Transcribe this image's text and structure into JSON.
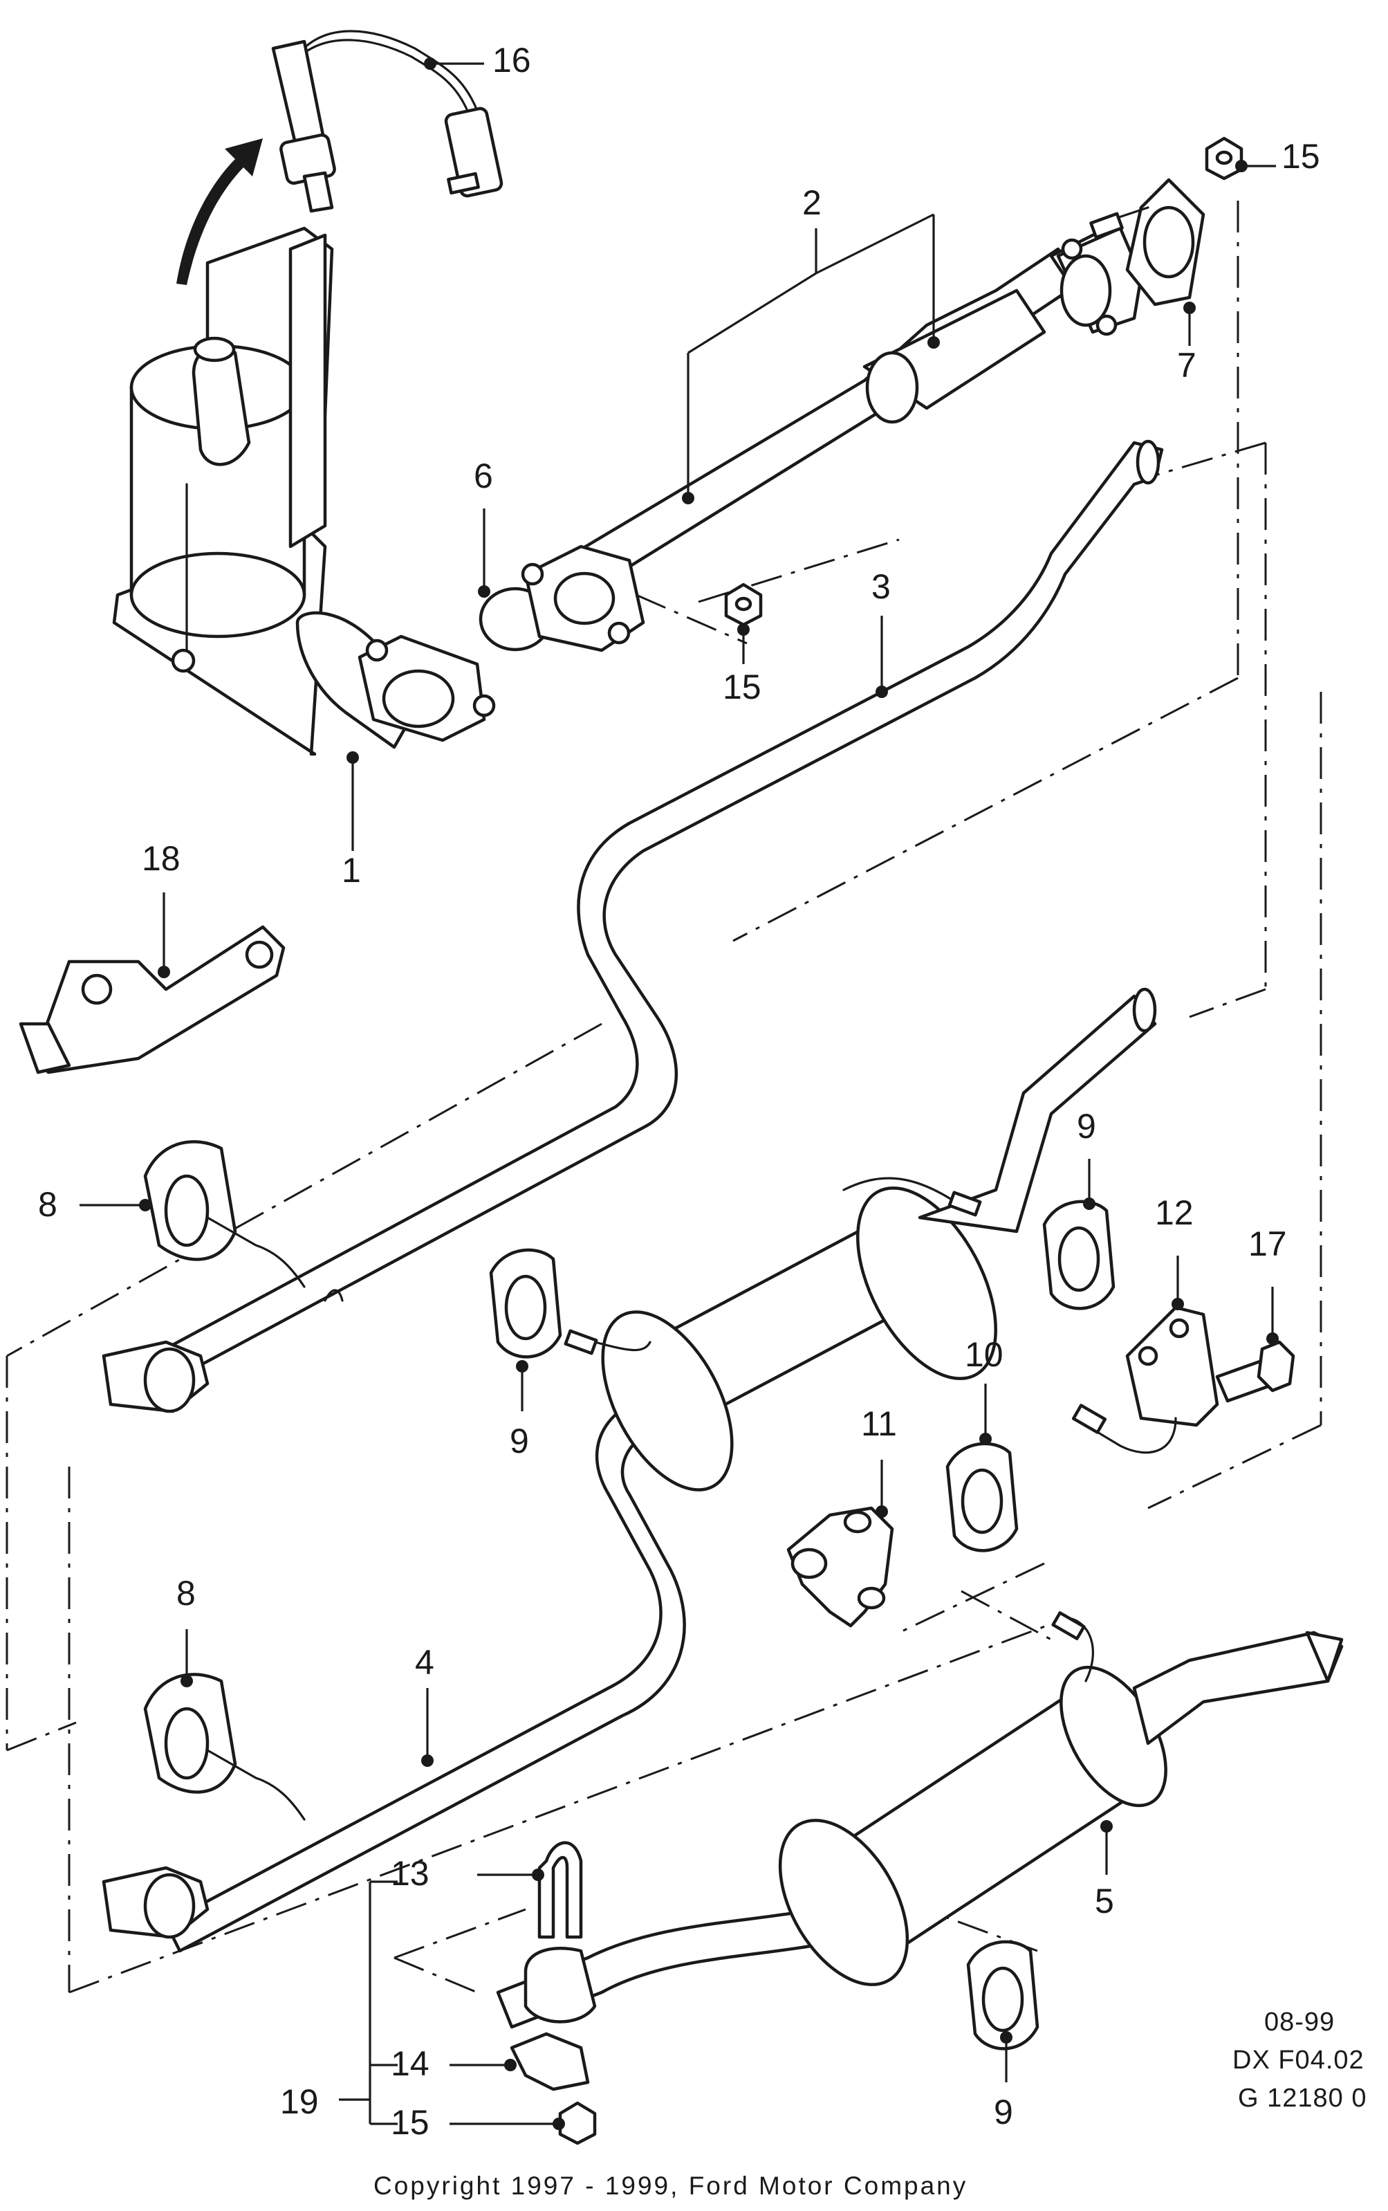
{
  "callouts": {
    "c1": "1",
    "c2": "2",
    "c3": "3",
    "c4": "4",
    "c5": "5",
    "c6": "6",
    "c7": "7",
    "c8a": "8",
    "c8b": "8",
    "c9a": "9",
    "c9b": "9",
    "c9c": "9",
    "c10": "10",
    "c11": "11",
    "c12": "12",
    "c13": "13",
    "c14": "14",
    "c15a": "15",
    "c15b": "15",
    "c15c": "15",
    "c16": "16",
    "c17": "17",
    "c18": "18",
    "c19": "19"
  },
  "reference": {
    "date": "08-99",
    "code": "DX F04.02",
    "figure": "G 12180 0"
  },
  "footer": {
    "copyright": "Copyright 1997 - 1999, Ford Motor Company"
  }
}
